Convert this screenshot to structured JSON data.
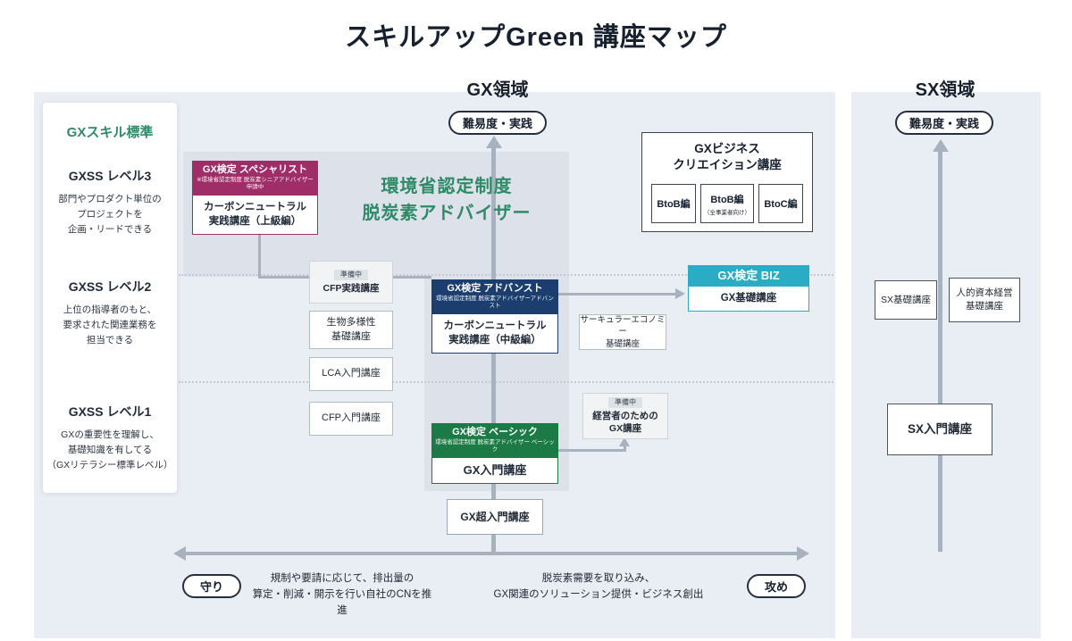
{
  "title": "スキルアップGreen 講座マップ",
  "regions": {
    "gx": "GX領域",
    "sx": "SX領域"
  },
  "pills": {
    "difficulty_gx": "難易度・実践",
    "difficulty_sx": "難易度・実践",
    "defense": "守り",
    "offense": "攻め"
  },
  "sidebar": {
    "title": "GXスキル標準",
    "levels": [
      {
        "name": "GXSS レベル3",
        "desc": "部門やプロダクト単位の\nプロジェクトを\n企画・リードできる"
      },
      {
        "name": "GXSS レベル2",
        "desc": "上位の指導者のもと、\n要求された関連業務を\n担当できる"
      },
      {
        "name": "GXSS レベル1",
        "desc": "GXの重要性を理解し、\n基礎知識を有してる\n（GXリテラシー標準レベル）"
      }
    ]
  },
  "center_heading": "環境省認定制度\n脱炭素アドバイザー",
  "cards": {
    "specialist": {
      "header": "GX検定 スペシャリスト",
      "sub": "※環境省認定制度 脱炭素シニアアドバイザー 申請中",
      "body": "カーボンニュートラル\n実践講座（上級編）"
    },
    "advanced": {
      "header": "GX検定 アドバンスト",
      "sub": "環境省認定制度 脱炭素アドバイザーアドバンスト",
      "body": "カーボンニュートラル\n実践講座（中級編）"
    },
    "basic": {
      "header": "GX検定 ベーシック",
      "sub": "環境省認定制度 脱炭素アドバイザー ベーシック",
      "body": "GX入門講座"
    },
    "biz": {
      "header": "GX検定 BIZ",
      "body": "GX基礎講座"
    },
    "business_creation": {
      "title": "GXビジネス\nクリエイション講座",
      "items": [
        {
          "label": "BtoB編",
          "sub": ""
        },
        {
          "label": "BtoB編",
          "sub": "（全事業者向け）"
        },
        {
          "label": "BtoC編",
          "sub": ""
        }
      ]
    },
    "cfp_practice": {
      "badge": "準備中",
      "label": "CFP実践講座"
    },
    "biodiversity": "生物多様性\n基礎講座",
    "lca_intro": "LCA入門講座",
    "cfp_intro": "CFP入門講座",
    "circular_economy": "サーキュラーエコノミー\n基礎講座",
    "management_gx": {
      "badge": "準備中",
      "label": "経営者のための\nGX講座"
    },
    "gx_super_intro": "GX超入門講座",
    "sx_basic": "SX基礎講座",
    "human_capital": "人的資本経営\n基礎講座",
    "sx_intro": "SX入門講座"
  },
  "bottom": {
    "defense_text": "規制や要請に応じて、排出量の\n算定・削減・開示を行い自社のCNを推進",
    "offense_text": "脱炭素需要を取り込み、\nGX関連のソリューション提供・ビジネス創出"
  },
  "colors": {
    "accent_green": "#2f8a68",
    "specialist": "#9e2d68",
    "advanced": "#1c3e6e",
    "basic": "#1b7a45",
    "biz": "#2aadc4",
    "panel_bg": "#e9edf4",
    "arrow_gray": "#a8b2bf"
  }
}
